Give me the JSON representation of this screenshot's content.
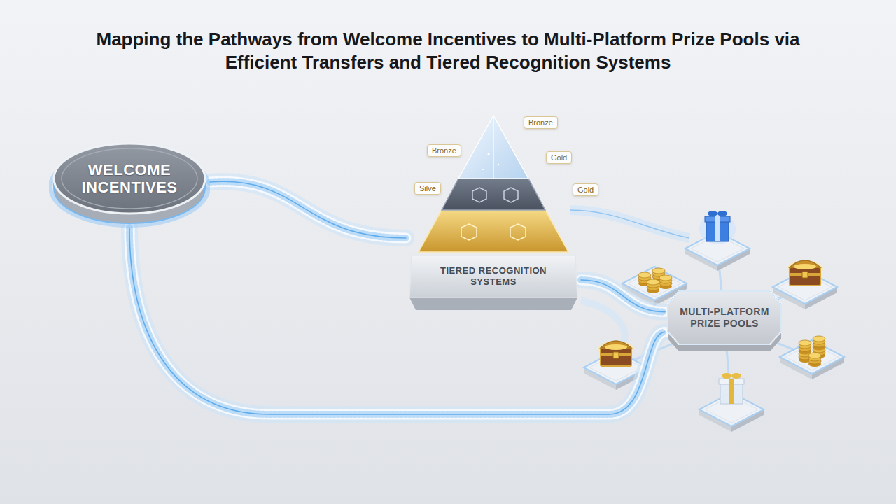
{
  "diagram": {
    "title": "Mapping the Pathways from Welcome Incentives to Multi-Platform Prize Pools via Efficient Transfers and Tiered Recognition Systems",
    "nodes": [
      {
        "text": [
          "WELCOME INCENTIVES"
        ]
      },
      {
        "text": [
          "TIERED RECOGNITION SYSTEMS"
        ]
      },
      {
        "text": [
          "MULTI-PLATFORM PRIZE POOLS"
        ]
      }
    ],
    "edges": [
      {
        "from": 0,
        "to": 1,
        "arrow": "none"
      },
      {
        "from": 0,
        "to": 2,
        "arrow": "none"
      },
      {
        "from": 1,
        "to": 2,
        "arrow": "none"
      }
    ],
    "labels": [
      "Bronze",
      "Bronze",
      "Gold",
      "Silve",
      "Gold"
    ]
  }
}
